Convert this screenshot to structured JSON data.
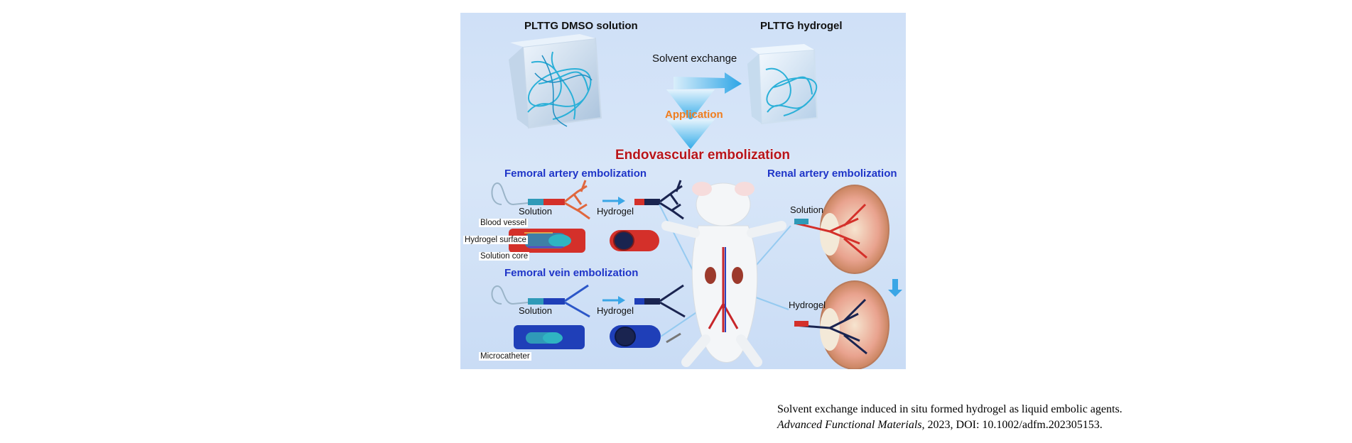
{
  "figure": {
    "cube_left_title": "PLTTG DMSO solution",
    "cube_right_title": "PLTTG hydrogel",
    "solvent_exchange": "Solvent exchange",
    "application": "Application",
    "main_title": "Endovascular embolization",
    "femoral_artery": {
      "title": "Femoral artery embolization",
      "solution": "Solution",
      "hydrogel": "Hydrogel",
      "blood_vessel": "Blood vessel",
      "hydrogel_surface": "Hydrogel surface",
      "solution_core": "Solution core"
    },
    "femoral_vein": {
      "title": "Femoral vein embolization",
      "solution": "Solution",
      "hydrogel": "Hydrogel",
      "microcatheter": "Microcatheter"
    },
    "renal_artery": {
      "title": "Renal artery embolization",
      "solution": "Solution",
      "hydrogel": "Hydrogel"
    },
    "colors": {
      "artery": "#d4302a",
      "vein": "#1f3fb8",
      "hydrogel": "#1a2450",
      "accent_blue": "#1f35c8",
      "title_red": "#b8141a",
      "application_orange": "#f07d1e"
    }
  },
  "caption": {
    "line1": "Solvent exchange induced in situ formed hydrogel as liquid embolic agents.",
    "journal": "Advanced Functional Materials,",
    "details": " 2023, DOI: 10.1002/adfm.202305153."
  }
}
